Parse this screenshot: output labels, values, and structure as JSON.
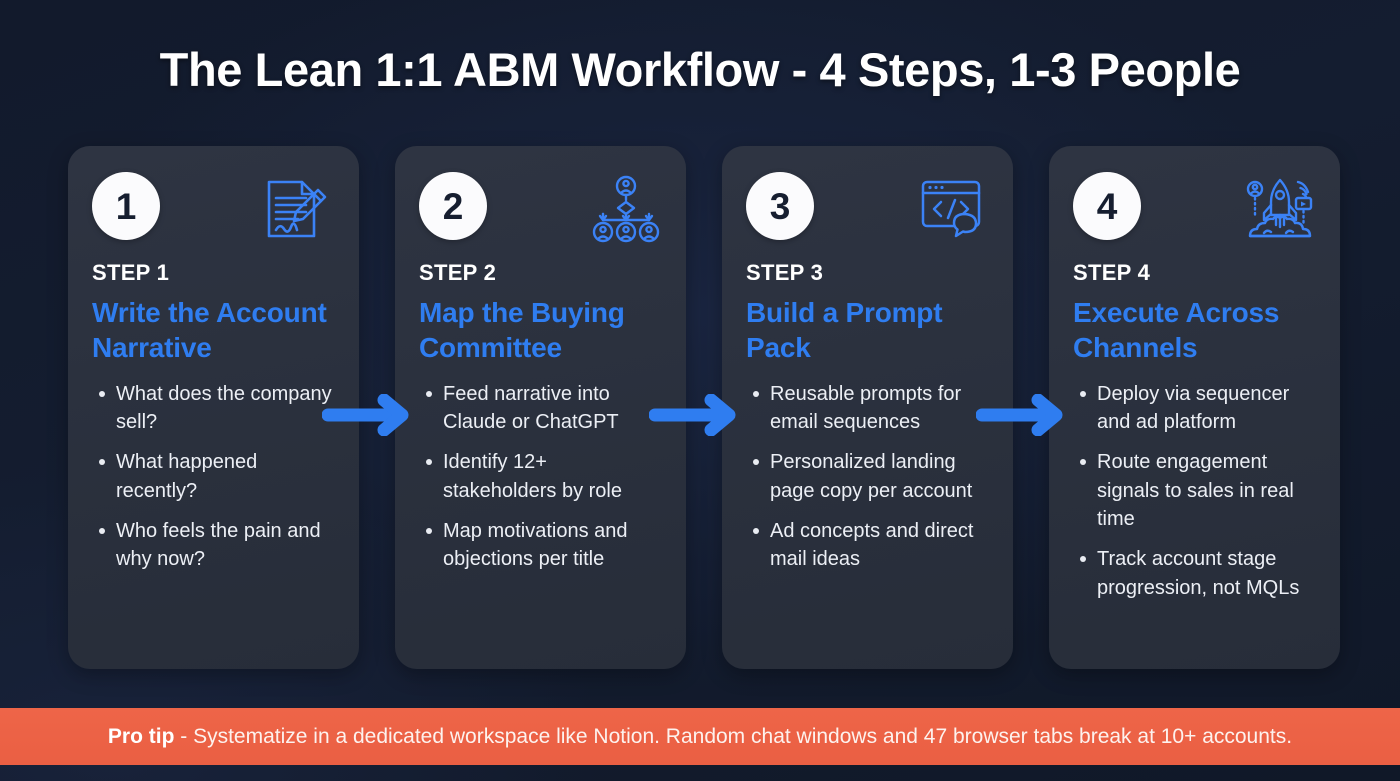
{
  "title": "The Lean 1:1 ABM Workflow - 4 Steps, 1-3 People",
  "colors": {
    "page_background": "#141d30",
    "card_background": "#2b303d",
    "accent_blue": "#2f7df0",
    "badge_background": "#fbfbfd",
    "banner_background": "#ea5f43",
    "body_text": "#eceff5"
  },
  "cards": [
    {
      "number": "1",
      "step_label": "STEP 1",
      "title": "Write the Account Narrative",
      "icon": "document-pencil-icon",
      "bullets": [
        "What does the company sell?",
        "What happened recently?",
        "Who feels the pain and why now?"
      ]
    },
    {
      "number": "2",
      "step_label": "STEP 2",
      "title": "Map the Buying Committee",
      "icon": "org-chart-people-icon",
      "bullets": [
        "Feed narrative into Claude or ChatGPT",
        "Identify 12+ stakeholders by role",
        "Map motivations and objections per title"
      ]
    },
    {
      "number": "3",
      "step_label": "STEP 3",
      "title": "Build a Prompt Pack",
      "icon": "code-window-chat-icon",
      "bullets": [
        "Reusable prompts for email sequences",
        "Personalized landing page copy per account",
        "Ad concepts and direct mail ideas"
      ]
    },
    {
      "number": "4",
      "step_label": "STEP 4",
      "title": "Execute Across Channels",
      "icon": "rocket-launch-icon",
      "bullets": [
        "Deploy via sequencer and ad platform",
        "Route engagement signals to sales in real time",
        "Track account stage progression, not MQLs"
      ]
    }
  ],
  "arrows": [
    {
      "name": "arrow-step1-to-step2",
      "icon": "arrow-right-icon"
    },
    {
      "name": "arrow-step2-to-step3",
      "icon": "arrow-right-icon"
    },
    {
      "name": "arrow-step3-to-step4",
      "icon": "arrow-right-icon"
    }
  ],
  "pro_tip": {
    "label": "Pro tip",
    "body": " - Systematize in a dedicated workspace like Notion. Random chat windows and 47 browser tabs break at 10+ accounts."
  }
}
